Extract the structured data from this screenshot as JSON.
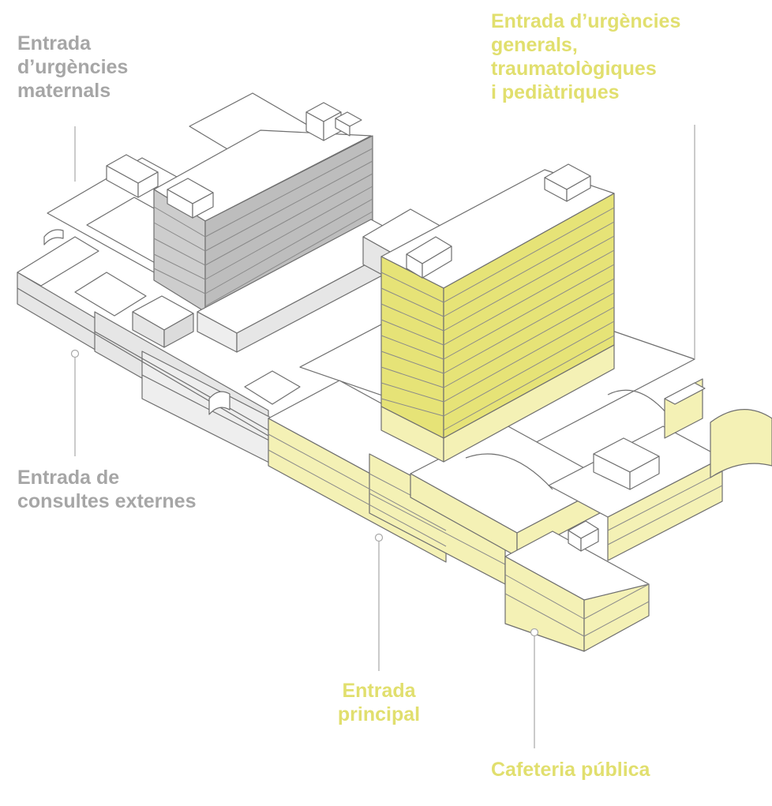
{
  "colors": {
    "grey_label": "#a6a6a6",
    "yellow_label": "#e1df6e",
    "yellow_fill": "#f4f1b5",
    "yellow_strong": "#e6e377",
    "grey_fill": "#e6e6e6",
    "grey_strong": "#bdbdbd",
    "outline": "#6f6f6f"
  },
  "labels": {
    "maternal": [
      "Entrada",
      "d’urgències",
      "maternals"
    ],
    "general": [
      "Entrada d’urgències",
      "generals,",
      "traumatològiques",
      "i pediàtriques"
    ],
    "consultes": [
      "Entrada de",
      "consultes externes"
    ],
    "principal": [
      "Entrada",
      "principal"
    ],
    "cafeteria": [
      "Cafeteria pública"
    ]
  }
}
